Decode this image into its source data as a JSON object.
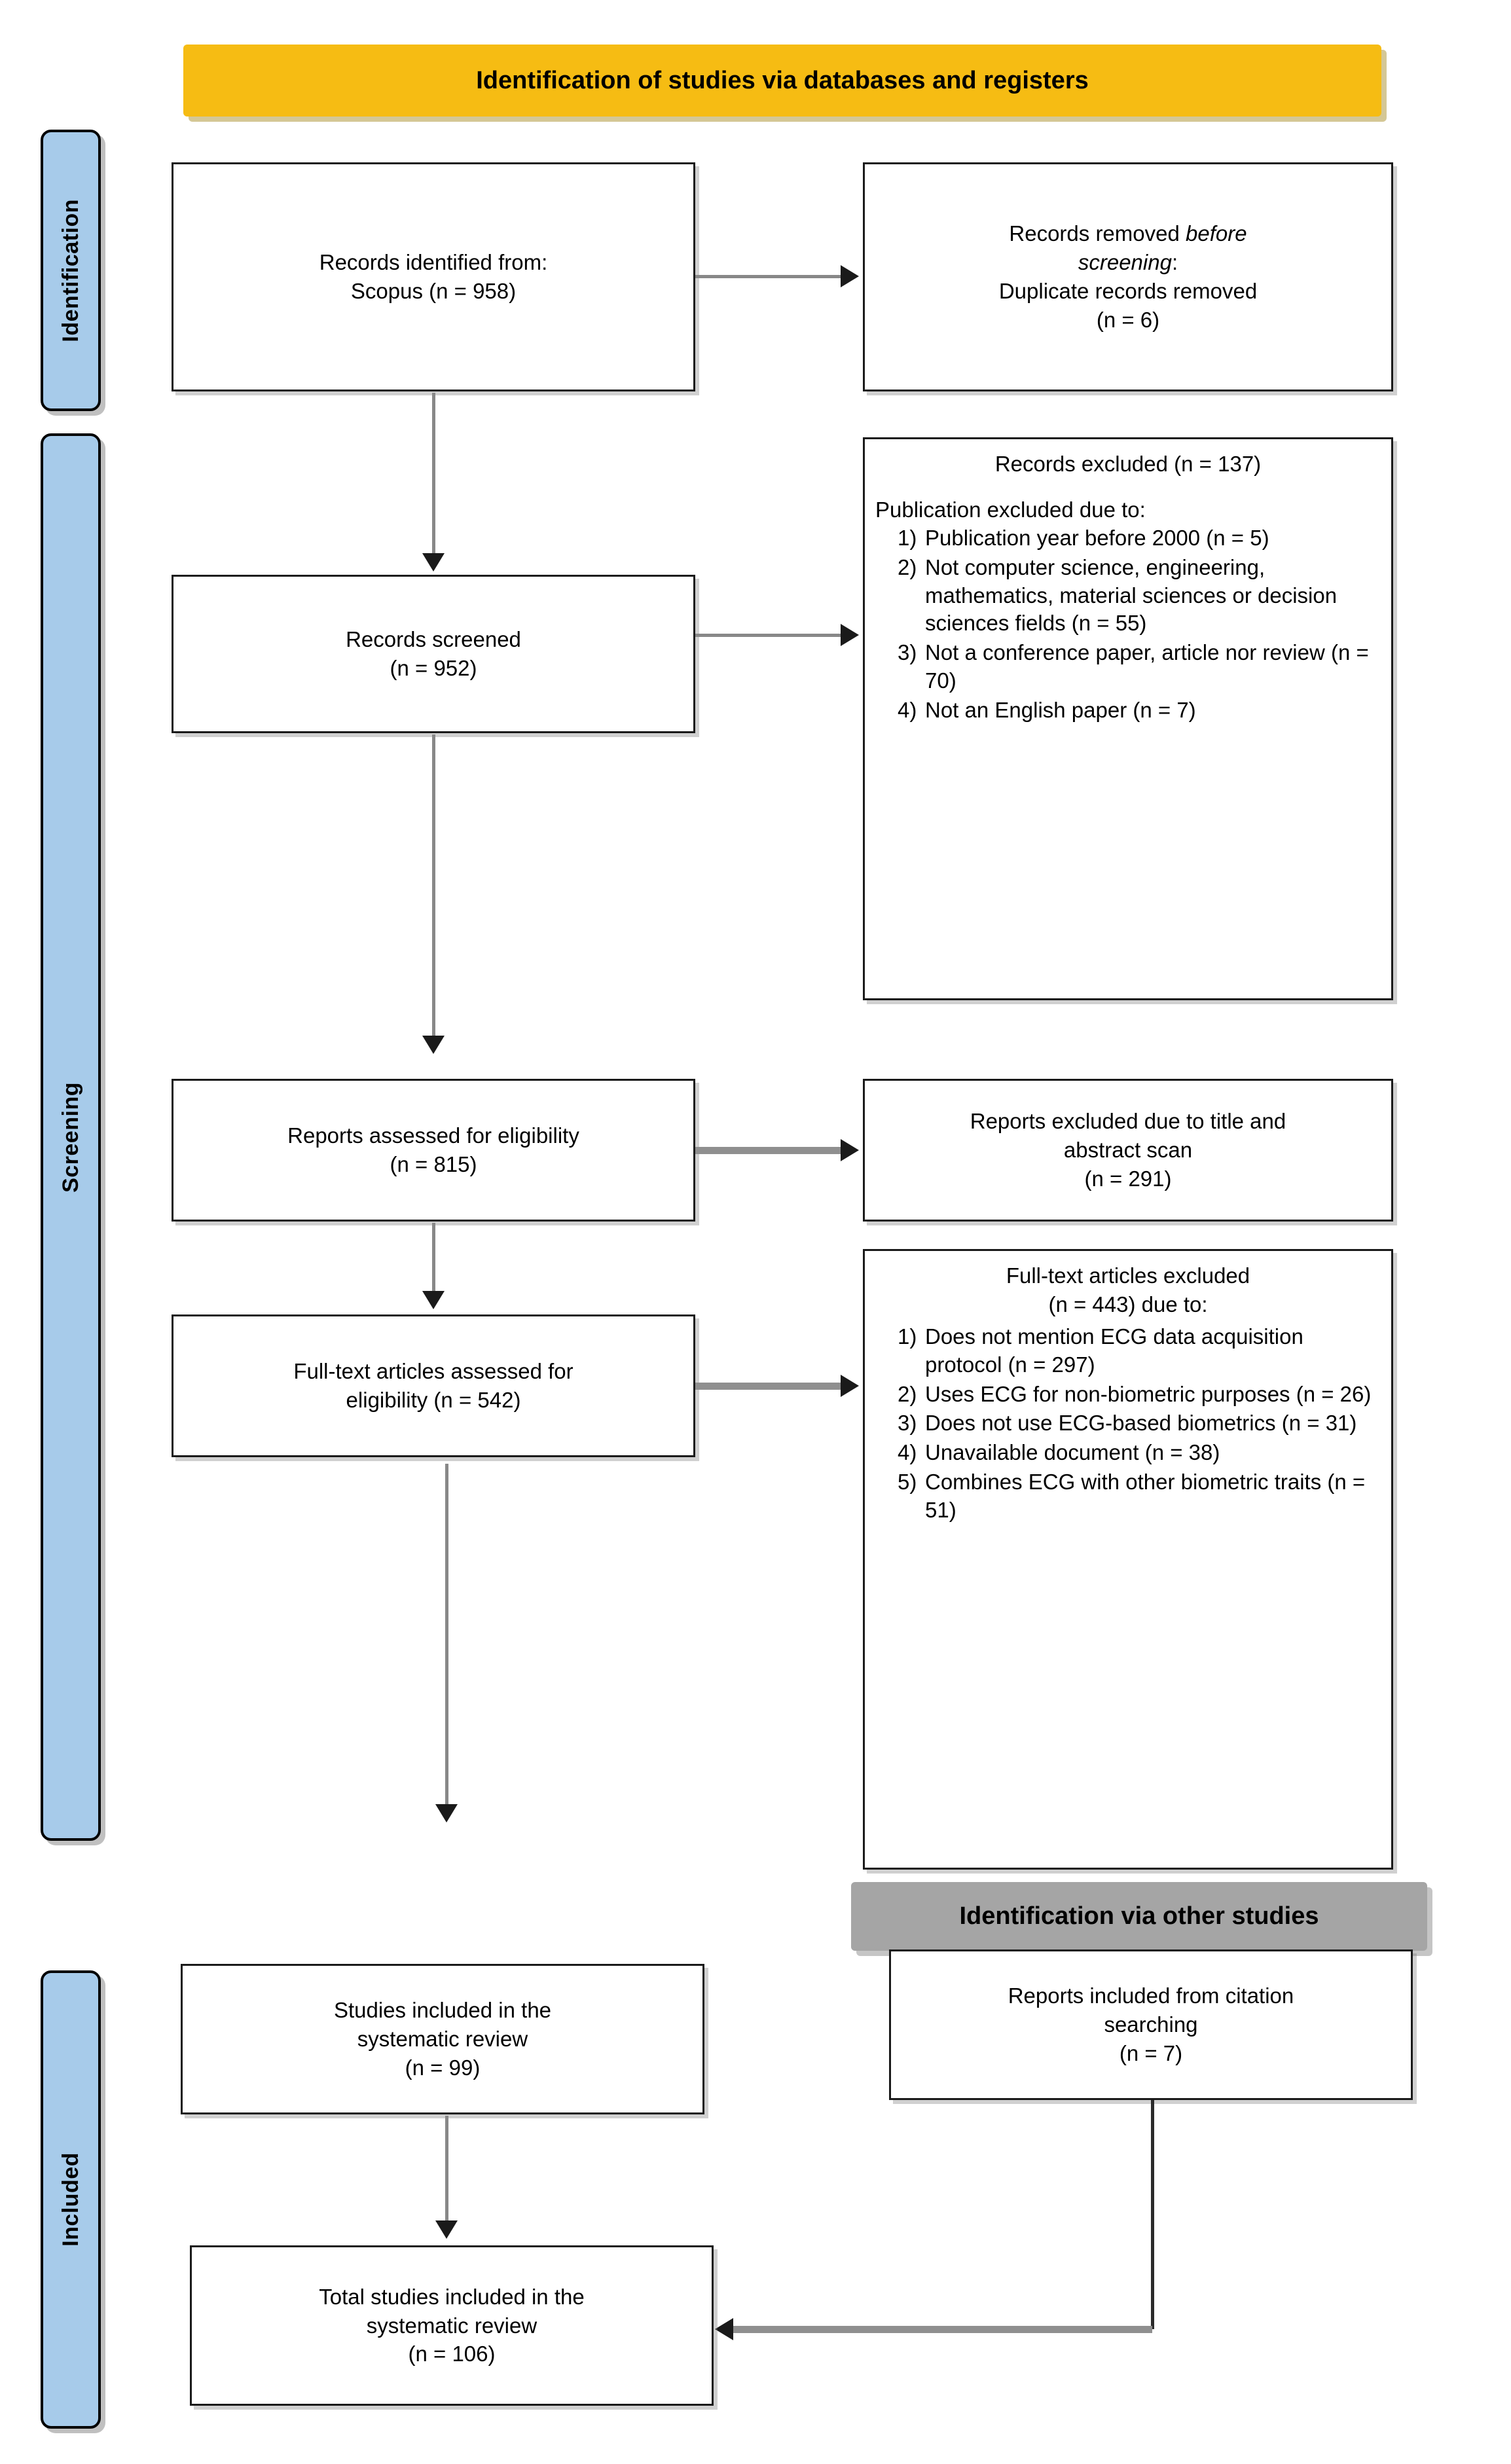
{
  "diagram": {
    "title": "PRISMA flow diagram",
    "colors": {
      "identification_banner": "#F6BC13",
      "other_studies_banner": "#A5A5A5",
      "phase_bar": "#A7CBEA",
      "box_border": "#1a1a1a",
      "connector": "#888888"
    }
  },
  "banners": {
    "databases": "Identification of studies via databases and registers",
    "other_studies": "Identification via other studies"
  },
  "phases": {
    "identification": "Identification",
    "screening": "Screening",
    "included": "Included"
  },
  "boxes": {
    "records_identified": {
      "lines": [
        "Records identified from:",
        "Scopus (n = 958)"
      ]
    },
    "records_removed": {
      "lines": [
        "Records removed ",
        "before screening",
        ":",
        "Duplicate records removed",
        "(n = 6)"
      ],
      "line1_plain": "Records removed",
      "line1_italic": "before",
      "line2_italic": "screening",
      "line2_plain": ":",
      "line3": "Duplicate records removed",
      "line4": "(n = 6)"
    },
    "records_screened": {
      "lines": [
        "Records screened",
        "(n = 952)"
      ]
    },
    "records_excluded": {
      "heading": "Records excluded (n = 137)",
      "subheading": "Publication excluded due to:",
      "items": [
        {
          "num": "1)",
          "text": "Publication year before 2000 (n = 5)"
        },
        {
          "num": "2)",
          "text": "Not computer science, engineering, mathematics, material sciences or decision sciences fields (n = 55)"
        },
        {
          "num": "3)",
          "text": "Not a conference paper, article nor review (n = 70)"
        },
        {
          "num": "4)",
          "text": "Not an English paper (n = 7)"
        }
      ]
    },
    "reports_assessed": {
      "lines": [
        "Reports assessed for eligibility",
        "(n = 815)"
      ]
    },
    "reports_excluded": {
      "lines": [
        "Reports excluded due to title and",
        "abstract scan",
        "(n = 291)"
      ]
    },
    "fulltext_assessed": {
      "lines": [
        "Full-text articles assessed for",
        "eligibility (n = 542)"
      ]
    },
    "fulltext_excluded": {
      "heading_line1": "Full-text articles excluded",
      "heading_line2": "(n = 443) due to:",
      "items": [
        {
          "num": "1)",
          "text": "Does not mention ECG data acquisition protocol (n = 297)"
        },
        {
          "num": "2)",
          "text": "Uses ECG for non-biometric purposes (n = 26)"
        },
        {
          "num": "3)",
          "text": "Does not use ECG-based biometrics (n = 31)"
        },
        {
          "num": "4)",
          "text": "Unavailable document (n = 38)"
        },
        {
          "num": "5)",
          "text": "Combines ECG with other biometric traits (n = 51)"
        }
      ]
    },
    "studies_included": {
      "lines": [
        "Studies included in the",
        "systematic review",
        "(n = 99)"
      ]
    },
    "reports_citation": {
      "lines": [
        "Reports included from citation",
        "searching",
        "(n = 7)"
      ]
    },
    "total_included": {
      "lines": [
        "Total studies included in the",
        "systematic review",
        "(n = 106)"
      ]
    }
  }
}
